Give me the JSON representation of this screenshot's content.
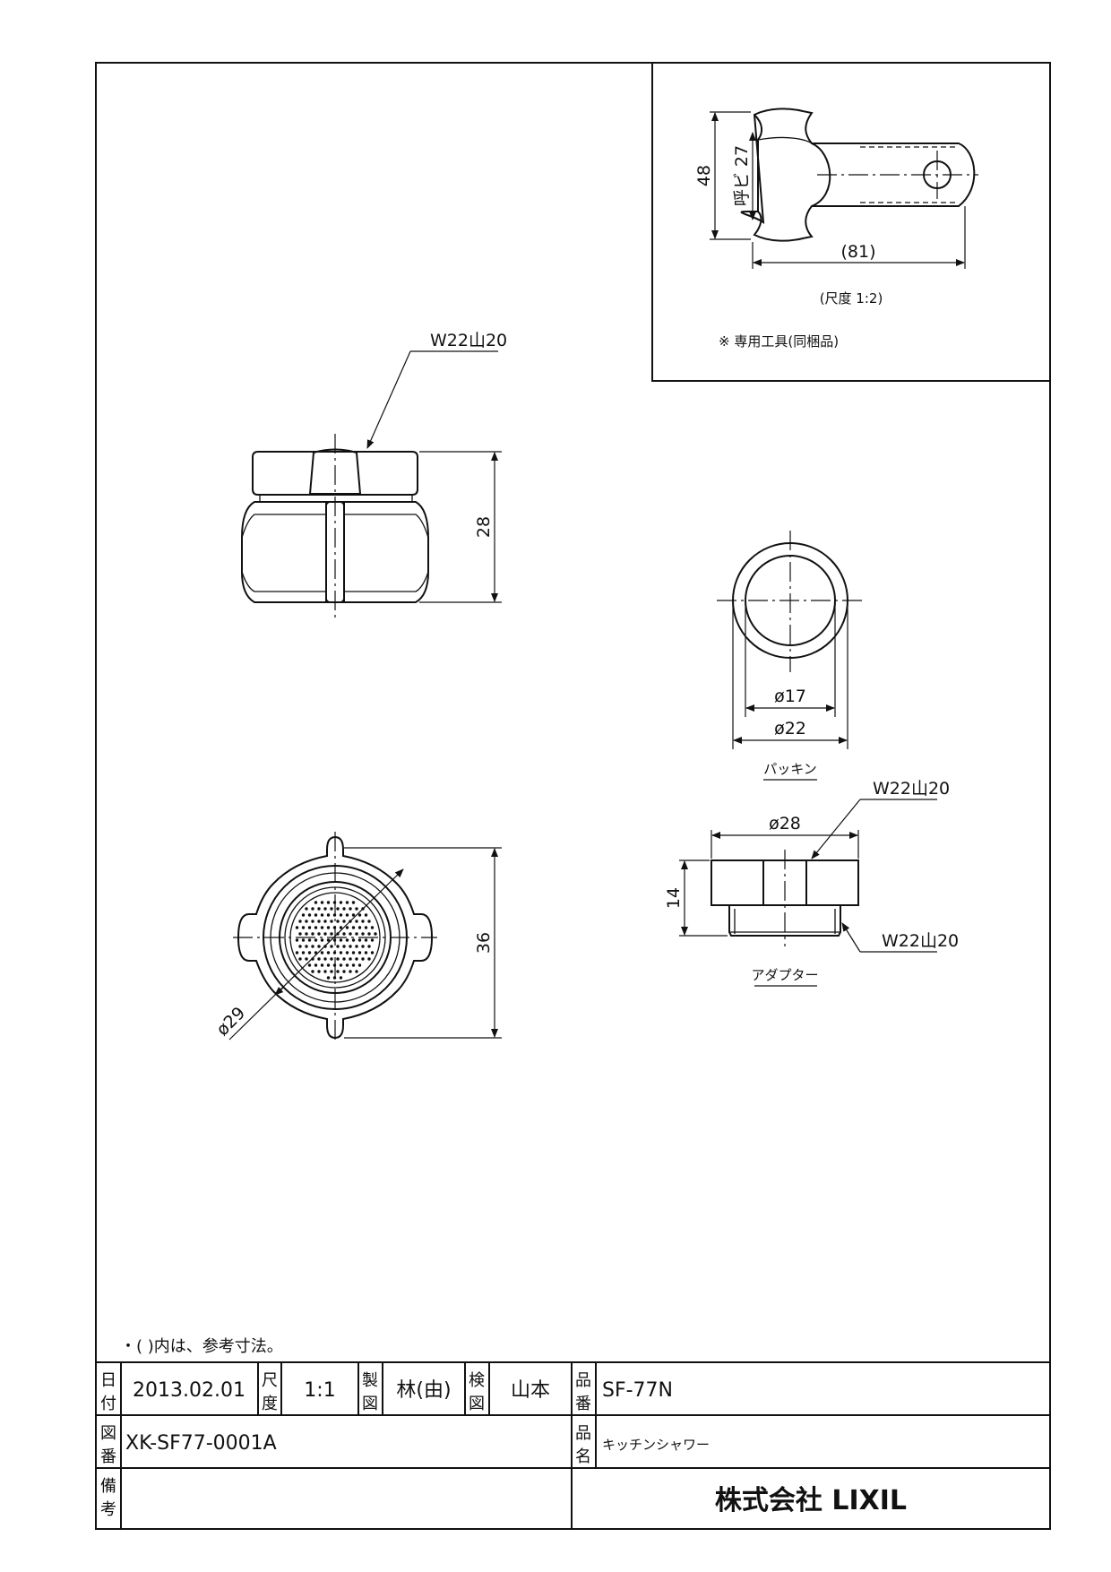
{
  "tool_view": {
    "width_label": "呼ビ 27",
    "height_label": "48",
    "length_label": "(81)",
    "scale_note": "(尺度 1:2)",
    "tool_note": "※ 専用工具(同梱品)"
  },
  "main_body_front": {
    "thread_label": "W22山20",
    "height_label": "28"
  },
  "main_body_bottom": {
    "height_label": "36",
    "diameter_label": "ø29"
  },
  "packing": {
    "inner_diameter_label": "ø17",
    "outer_diameter_label": "ø22",
    "name": "パッキン"
  },
  "adapter": {
    "top_thread_label": "W22山20",
    "diameter_label": "ø28",
    "height_label": "14",
    "bottom_thread_label": "W22山20",
    "name": "アダプター"
  },
  "note": "・(   )内は、参考寸法。",
  "title_block": {
    "date_head": "日付",
    "date": "2013.02.01",
    "scale_head": "尺度",
    "scale": "1:1",
    "drafter_head": "製図",
    "drafter": "林(由)",
    "checker_head": "検図",
    "checker": "山本",
    "product_no_head": "品番",
    "product_no": "SF-77N",
    "drawing_no_head": "図番",
    "drawing_no": "XK-SF77-0001A",
    "product_name_head": "品名",
    "product_name": "キッチンシャワー",
    "remarks_head": "備考",
    "company": "株式会社 LIXIL"
  }
}
